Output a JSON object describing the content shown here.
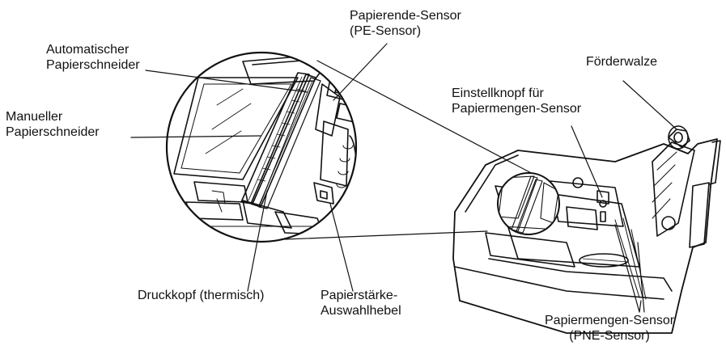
{
  "labels": {
    "pe_sensor": [
      "Papierende-Sensor",
      "(PE-Sensor)"
    ],
    "auto_cutter": [
      "Automatischer",
      "Papierschneider"
    ],
    "manual_cutter": [
      "Manueller",
      "Papierschneider"
    ],
    "feed_roller": [
      "Förderwalze"
    ],
    "adjust_knob": [
      "Einstellknopf für",
      "Papiermengen-Sensor"
    ],
    "print_head": [
      "Druckkopf (thermisch)"
    ],
    "thickness_lever": [
      "Papierstärke-",
      "Auswahlhebel"
    ],
    "pne_sensor": [
      "Papiermengen-Sensor",
      "(PNE-Sensor)"
    ]
  },
  "colors": {
    "line": "#111111",
    "background": "#ffffff"
  }
}
